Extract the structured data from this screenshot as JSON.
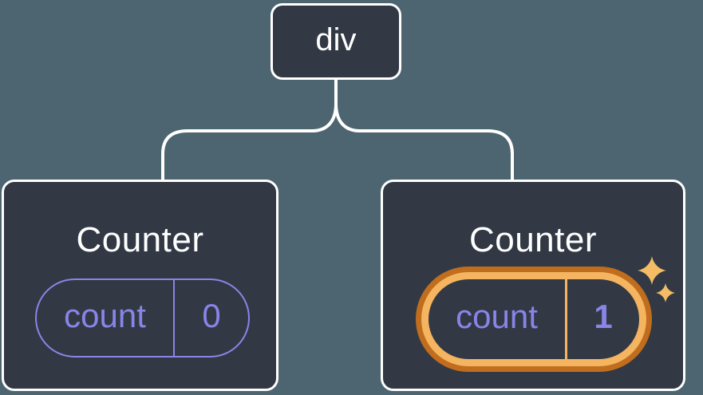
{
  "diagram": {
    "description": "React component tree: a div root with two Counter children showing their count state; the second Counter's state is highlighted as newly created",
    "root": {
      "label": "div"
    },
    "children": [
      {
        "title": "Counter",
        "state": {
          "key": "count",
          "value": "0"
        },
        "highlighted": false
      },
      {
        "title": "Counter",
        "state": {
          "key": "count",
          "value": "1"
        },
        "highlighted": true
      }
    ],
    "icons": {
      "sparkles": "two four-point sparkle stars marking fresh state"
    },
    "colors": {
      "background": "#4d6571",
      "node_fill": "#323945",
      "node_border": "#ffffff",
      "state_accent": "#8885e7",
      "highlight_outer": "#c06d1d",
      "highlight_inner": "#f4b460",
      "sparkle": "#f5bc66",
      "text_primary": "#ffffff"
    }
  }
}
